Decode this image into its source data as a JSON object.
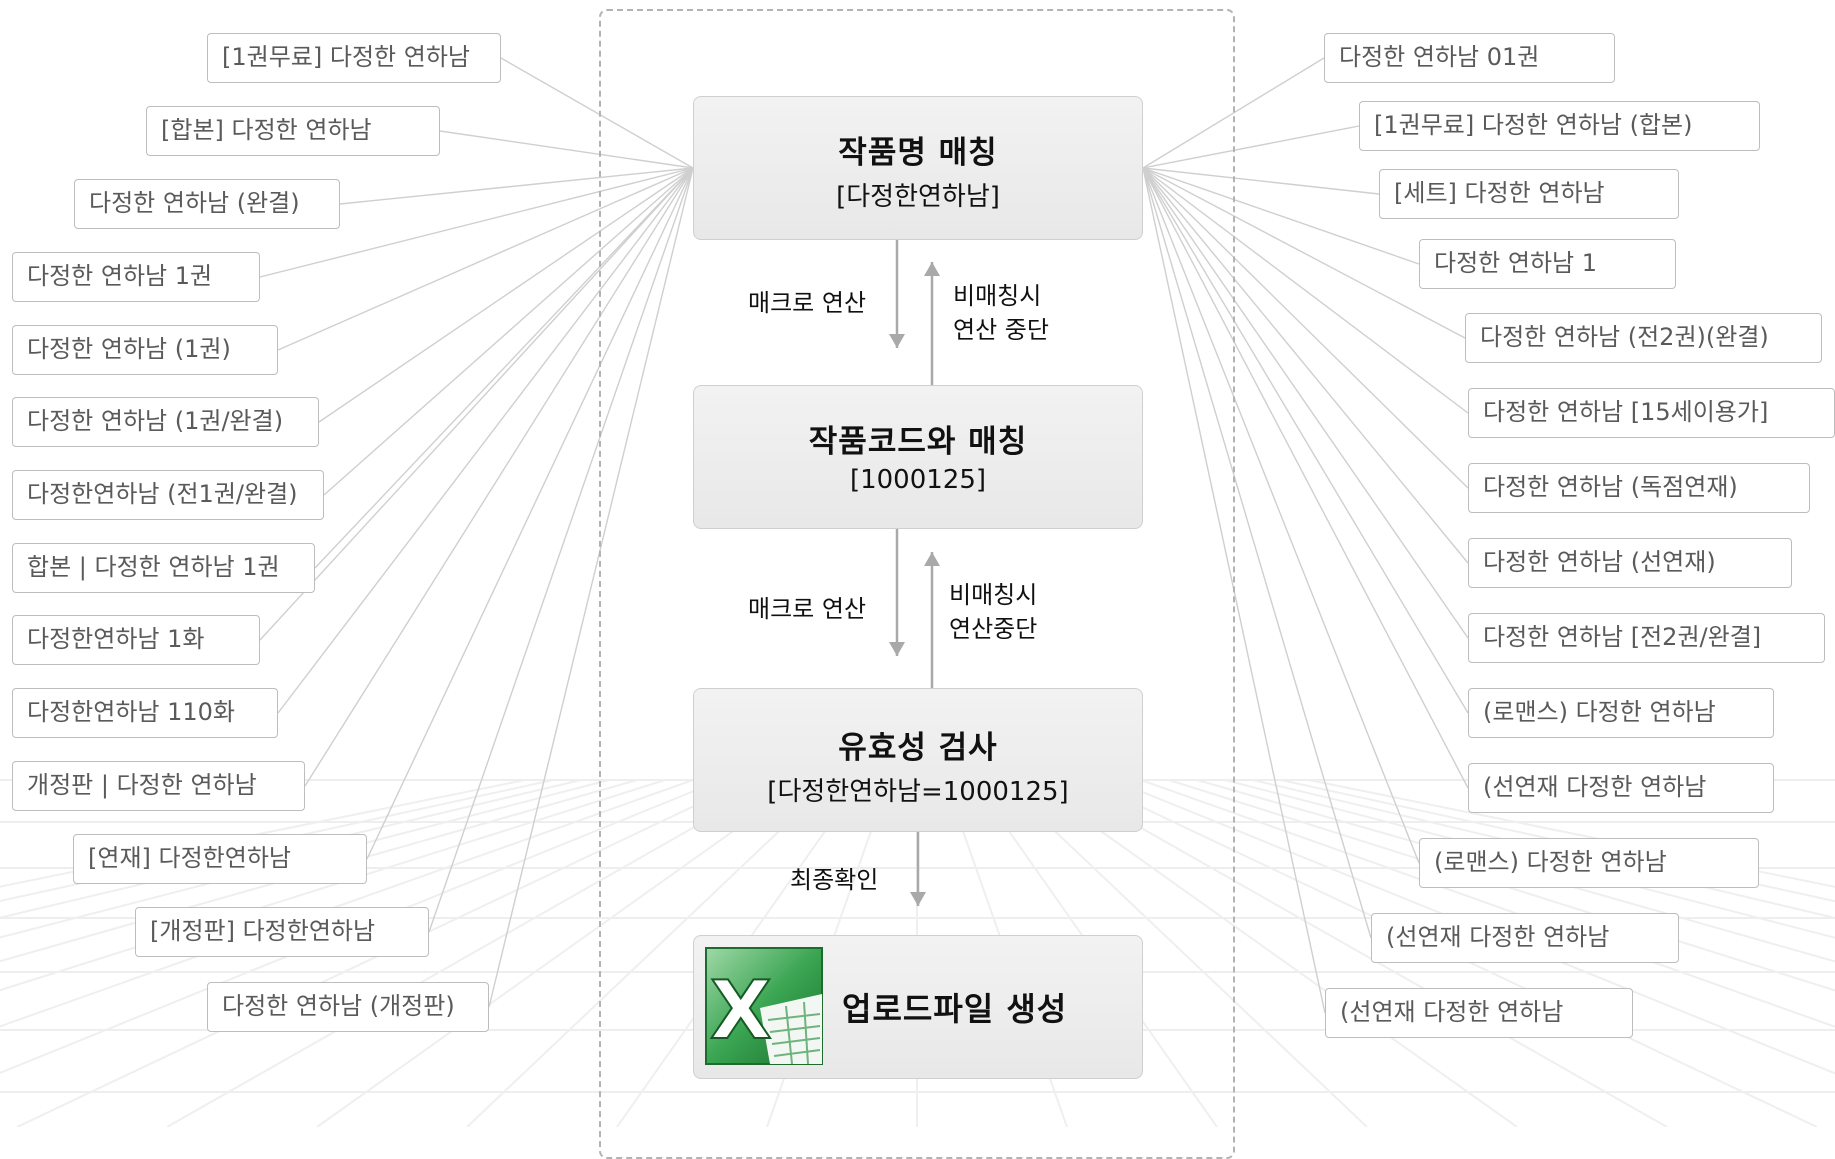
{
  "colors": {
    "connector_line": "#cfcfcf",
    "frame_border": "#b3b3b3",
    "step_fill": "#ececec",
    "arrow": "#a9a9a9",
    "excel_green": "#1e7b34"
  },
  "left_labels": [
    "[1권무료] 다정한 연하남",
    "[합본] 다정한 연하남",
    "다정한 연하남 (완결)",
    "다정한 연하남 1권",
    "다정한 연하남 (1권)",
    "다정한 연하남 (1권/완결)",
    "다정한연하남 (전1권/완결)",
    "합본 | 다정한 연하남 1권",
    "다정한연하남 1화",
    "다정한연하남 110화",
    "개정판 | 다정한 연하남",
    "[연재] 다정한연하남",
    "[개정판] 다정한연하남",
    "다정한 연하남 (개정판)"
  ],
  "right_labels": [
    "다정한 연하남 01권",
    "[1권무료] 다정한 연하남 (합본)",
    "[세트] 다정한 연하남",
    "다정한 연하남 1",
    "다정한 연하남 (전2권)(완결)",
    "다정한 연하남 [15세이용가]",
    "다정한 연하남 (독점연재)",
    "다정한 연하남 (선연재)",
    "다정한 연하남 [전2권/완결]",
    "(로맨스) 다정한 연하남",
    "(선연재 다정한 연하남",
    "(로맨스) 다정한 연하남",
    "(선연재 다정한 연하남",
    "(선연재 다정한 연하남"
  ],
  "steps": {
    "title_match": {
      "title": "작품명 매칭",
      "sub": "[다정한연하남]"
    },
    "code_match": {
      "title": "작품코드와 매칭",
      "sub": "[1000125]"
    },
    "validation": {
      "title": "유효성 검사",
      "sub": "[다정한연하남=1000125]"
    },
    "upload": {
      "title": "업로드파일 생성",
      "icon": "excel-icon"
    }
  },
  "flow": {
    "macro1": "매크로 연산",
    "stop1": "비매칭시\n연산 중단",
    "macro2": "매크로 연산",
    "stop2": "비매칭시\n연산중단",
    "final_check": "최종확인"
  }
}
